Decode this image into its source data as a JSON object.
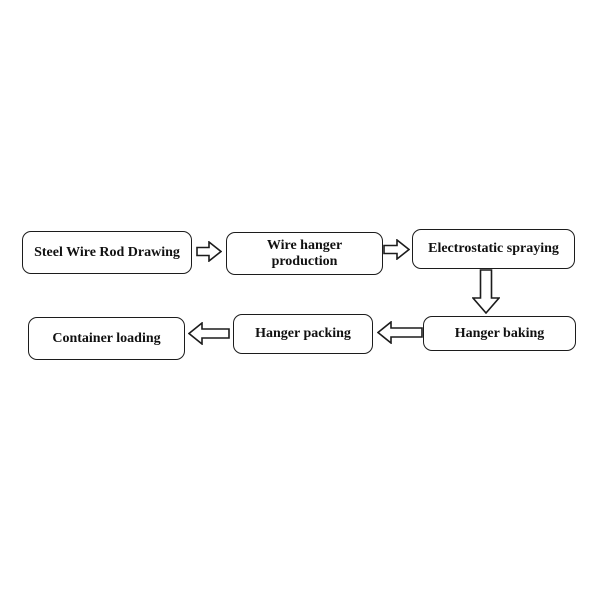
{
  "diagram": {
    "type": "flowchart",
    "background_color": "#ffffff",
    "node_border_color": "#1c1c1c",
    "node_fill_color": "#ffffff",
    "text_color": "#111111",
    "nodes": [
      {
        "id": "steel-wire-rod-drawing",
        "label": "Steel Wire Rod Drawing"
      },
      {
        "id": "wire-hanger-production",
        "label": "Wire hanger production"
      },
      {
        "id": "electrostatic-spraying",
        "label": "Electrostatic spraying"
      },
      {
        "id": "hanger-baking",
        "label": "Hanger baking"
      },
      {
        "id": "hanger-packing",
        "label": "Hanger packing"
      },
      {
        "id": "container-loading",
        "label": "Container loading"
      }
    ],
    "connectors": [
      {
        "from": "steel-wire-rod-drawing",
        "to": "wire-hanger-production",
        "direction": "right",
        "icon": "arrow-right-icon"
      },
      {
        "from": "wire-hanger-production",
        "to": "electrostatic-spraying",
        "direction": "right",
        "icon": "arrow-right-icon"
      },
      {
        "from": "electrostatic-spraying",
        "to": "hanger-baking",
        "direction": "down",
        "icon": "arrow-down-icon"
      },
      {
        "from": "hanger-baking",
        "to": "hanger-packing",
        "direction": "left",
        "icon": "arrow-left-icon"
      },
      {
        "from": "hanger-packing",
        "to": "container-loading",
        "direction": "left",
        "icon": "arrow-left-icon"
      }
    ]
  }
}
